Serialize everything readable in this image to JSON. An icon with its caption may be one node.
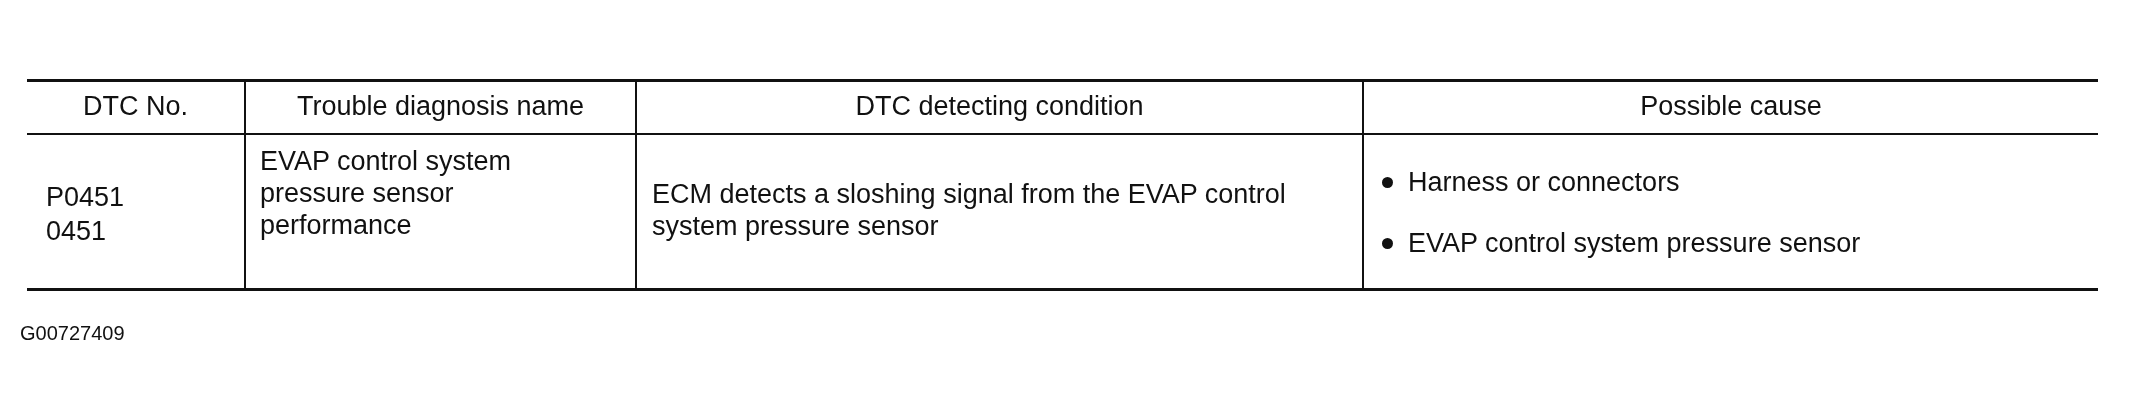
{
  "diagram": {
    "labels": [
      "DTC No.",
      "Trouble diagnosis name",
      "DTC detecting condition",
      "Possible cause",
      "P0451",
      "0451",
      "EVAP control system pressure sensor performance",
      "ECM detects a sloshing signal from the EVAP control system pressure sensor",
      "Harness or connectors",
      "EVAP control system pressure sensor",
      "G00727409"
    ]
  }
}
